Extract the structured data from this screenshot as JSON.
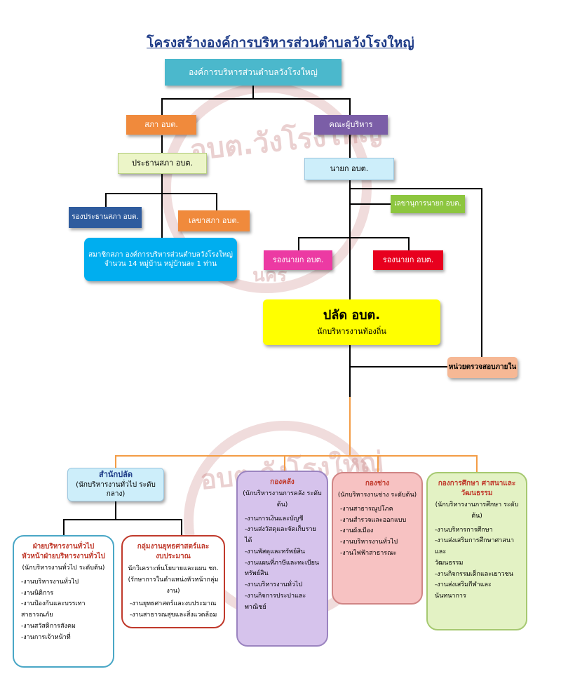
{
  "title": "โครงสร้างองค์การบริหารส่วนตำบลวังโรงใหญ่",
  "watermark": {
    "seal_text": "อบต.วังโรงใหญ่",
    "seal_text_partial": "นคร"
  },
  "nodes": {
    "org": "องค์การบริหารส่วนตำบลวังโรงใหญ่",
    "council": "สภา อบต.",
    "executives": "คณะผู้บริหาร",
    "council_chair": "ประธานสภา อบต.",
    "mayor": "นายก อบต.",
    "vice_chair": "รองประธานสภา อบต.",
    "council_secretary": "เลขาสภา อบต.",
    "mayor_secretary": "เลขานุการนายก อบต.",
    "members_line1": "สมาชิกสภา องค์การบริหารส่วนตำบลวังโรงใหญ่",
    "members_line2": "จำนวน 14 หมู่บ้าน หมู่บ้านละ 1 ท่าน",
    "vice_mayor_1": "รองนายก อบต.",
    "vice_mayor_2": "รองนายก อบต.",
    "palad_title": "ปลัด อบต.",
    "palad_sub": "นักบริหารงานท้องถิ่น",
    "audit": "หน่วยตรวจสอบภายใน"
  },
  "office": {
    "title": "สำนักปลัด",
    "sub": "(นักบริหารงานทั่วไป ระดับกลาง)"
  },
  "panels": {
    "admin": {
      "title1": "ฝ่ายบริหารงานทั่วไป",
      "title2": "หัวหน้าฝ่ายบริหารงานทั่วไป",
      "sub": "(นักบริหารงานทั่วไป ระดับต้น)",
      "items": [
        "-งานบริหารงานทั่วไป",
        "-งานนิติการ",
        "-งานป้องกันและบรรเทาสาธารณภัย",
        "-งานสวัสดิการสังคม",
        "-งานการเจ้าหน้าที่"
      ]
    },
    "policy": {
      "title1": "กลุ่มงานยุทธศาสตร์และ",
      "title2": "งบประมาณ",
      "sub1": "นักวิเคราะห์นโยบายและแผน ชก.",
      "sub2": "(รักษาการในตำแหน่งหัวหน้ากลุ่มงาน)",
      "items": [
        "-งานยุทธศาสตร์และงบประมาณ",
        "-งานสาธารณสุขและสิ่งแวดล้อม"
      ]
    },
    "finance": {
      "title": "กองคลัง",
      "sub": "(นักบริหารงานการคลัง ระดับต้น)",
      "items": [
        "-งานการเงินและบัญชี",
        "-งานส่งวัสดุและจัดเก็บรายได้",
        "-งานพัสดุและทรัพย์สิน",
        "-งานแผนที่ภาษีและทะเบียน",
        "ทรัพย์สิน",
        "-งานบริหารงานทั่วไป",
        "-งานกิจการประปาและพาณิชย์"
      ]
    },
    "engineering": {
      "title": "กองช่าง",
      "sub": "(นักบริหารงานช่าง ระดับต้น)",
      "items": [
        "-งานสาธารณูปโภค",
        "-งานสำรวจและออกแบบ",
        "-งานผังเมือง",
        "-งานบริหารงานทั่วไป",
        "-งานไฟฟ้าสาธารณะ"
      ]
    },
    "education": {
      "title1": "กองการศึกษา ศาสนาและ",
      "title2": "วัฒนธรรม",
      "sub": "(นักบริหารงานการศึกษา ระดับต้น)",
      "items": [
        "-งานบริหารการศึกษา",
        "-งานส่งเสริมการศึกษาศาสนาและ",
        "วัฒนธรรม",
        "-งานกิจกรรมเด็กและเยาวชน",
        "-งานส่งเสริมกีฬาและนันทนาการ"
      ]
    }
  },
  "colors": {
    "org": "#4bb8cc",
    "council": "#f08a3c",
    "executives": "#7b5ea7",
    "chair": "#ecf5c8",
    "mayor": "#cdeefa",
    "vice_chair": "#2f5c9e",
    "council_secretary": "#f08a3c",
    "mayor_secretary": "#8dc63f",
    "members": "#00aeef",
    "vice_mayor_1": "#ec3aa3",
    "vice_mayor_2": "#e8001e",
    "palad": "#ffff00",
    "audit": "#f6b895",
    "office": "#cdeefa",
    "admin_border": "#4aa7c6",
    "policy_border": "#c0392b",
    "finance": "#d6c3ec",
    "engineering": "#f7c2c2",
    "education": "#e3f2c4",
    "connector": "#f39c45"
  }
}
